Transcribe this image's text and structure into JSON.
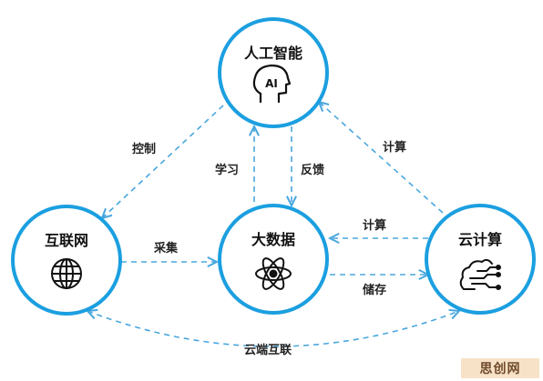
{
  "colors": {
    "node_border": "#1b9fe0",
    "edge": "#4aa7de",
    "icon": "#111111",
    "watermark_bg": "#f7e2c7",
    "watermark_text": "#6f4a2b"
  },
  "nodes": {
    "ai": {
      "title": "人工智能",
      "icon": "ai-head-icon",
      "icon_text": "AI"
    },
    "internet": {
      "title": "互联网",
      "icon": "globe-icon"
    },
    "bigdata": {
      "title": "大数据",
      "icon": "atom-icon"
    },
    "cloud": {
      "title": "云计算",
      "icon": "cloud-circuit-icon"
    }
  },
  "edges": {
    "ai_to_internet": "控制",
    "ai_to_bigdata": "学习",
    "bigdata_to_ai": "反馈",
    "cloud_to_ai": "计算",
    "internet_to_bigdata": "采集",
    "cloud_to_bigdata": "计算",
    "bigdata_to_cloud": "储存",
    "internet_cloud": "云端互联"
  },
  "watermark": "思创网"
}
